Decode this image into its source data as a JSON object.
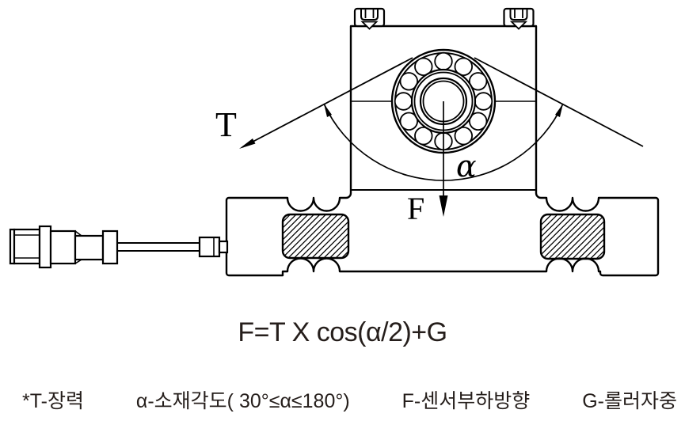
{
  "colors": {
    "background": "#ffffff",
    "ink": "#000000",
    "text": "#251e1b"
  },
  "diagram": {
    "labels": {
      "tension": "T",
      "angle": "α",
      "force": "F"
    }
  },
  "formula": "F=T X cos(α/2)+G",
  "legend": {
    "items": [
      "*T-장력",
      "α-소재각도( 30°≤α≤180°)",
      "F-센서부하방향",
      "G-롤러자중"
    ]
  }
}
